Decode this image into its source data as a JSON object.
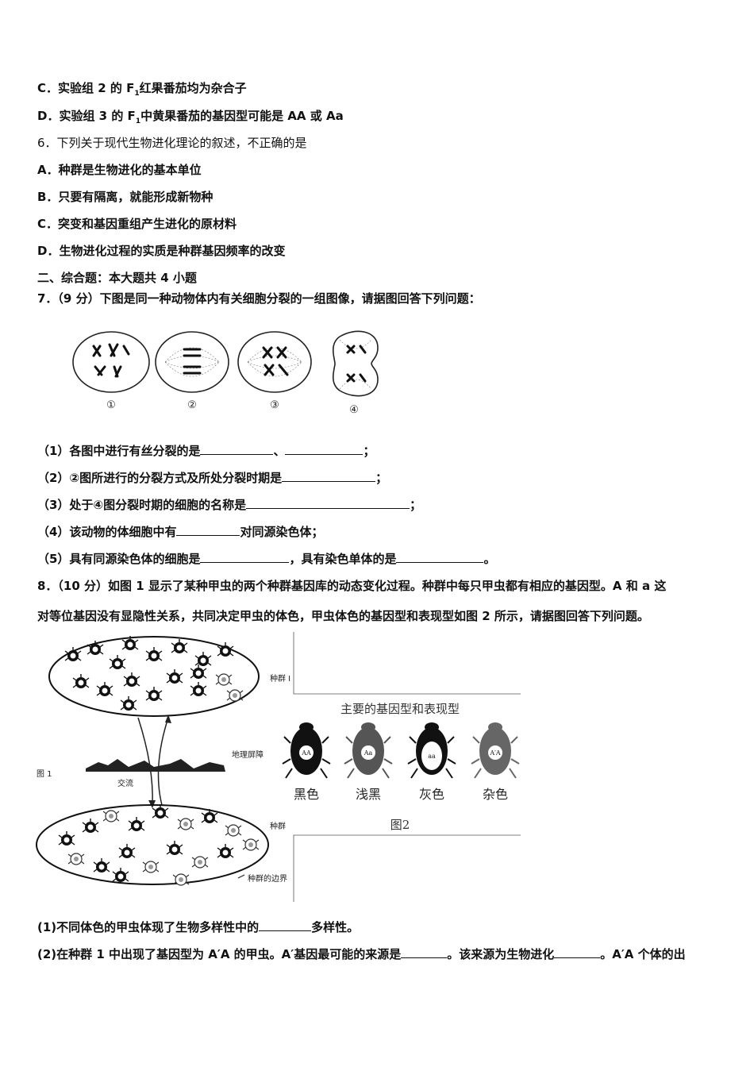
{
  "lines": {
    "l1": "C．实验组 2 的 F",
    "l1_sub": "1",
    "l1b": "红果番茄均为杂合子",
    "l2": "D．实验组 3 的 F",
    "l2_sub": "1",
    "l2b": "中黄果番茄的基因型可能是 AA 或 Aa",
    "q6": "6．下列关于现代生物进化理论的叙述，不正确的是",
    "q6a": "A．种群是生物进化的基本单位",
    "q6b": "B．只要有隔离，就能形成新物种",
    "q6c": "C．突变和基因重组产生进化的原材料",
    "q6d": "D．生物进化过程的实质是种群基因频率的改变",
    "sec2": "二、综合题：本大题共 4 小题",
    "q7": "7．（9 分）下图是同一种动物体内有关细胞分裂的一组图像，请据图回答下列问题：",
    "q7_1a": "（1）各图中进行有丝分裂的是",
    "q7_1b": "、",
    "q7_1c": "；",
    "q7_2a": "（2）②图所进行的分裂方式及所处分裂时期是",
    "q7_2b": "；",
    "q7_3a": "（3）处于④图分裂时期的细胞的名称是",
    "q7_3b": "；",
    "q7_4a": "（4）该动物的体细胞中有",
    "q7_4b": "对同源染色体；",
    "q7_5a": "（5）具有同源染色体的细胞是",
    "q7_5b": "，具有染色单体的是",
    "q7_5c": "。",
    "q8a": "8．（10 分）如图 1 显示了某种甲虫的两个种群基因库的动态变化过程。种群中每只甲虫都有相应的基因型。A 和 a 这",
    "q8b": "对等位基因没有显隐性关系，共同决定甲虫的体色，甲虫体色的基因型和表现型如图 2 所示，请据图回答下列问题。",
    "q8_1a": "(1)不同体色的甲虫体现了生物多样性中的",
    "q8_1b": "多样性。",
    "q8_2a": "(2)在种群 1 中出现了基因型为 A′A 的甲虫。A′基因最可能的来源是",
    "q8_2b": "。该来源为生物进化",
    "q8_2c": "。A′A 个体的出"
  },
  "cell_figure": {
    "labels": [
      "①",
      "②",
      "③",
      "④"
    ]
  },
  "beetle_figure": {
    "pop1": "种群 I",
    "barrier": "地理屏障",
    "fig1": "图 1",
    "exchange": "交流",
    "pop2": "种群",
    "boundary": "种群的边界",
    "fig2_title": "主要的基因型和表现型",
    "genotypes": [
      "AA",
      "Aa",
      "aa",
      "A′A"
    ],
    "phenotypes": [
      "黑色",
      "浅黑",
      "灰色",
      "杂色"
    ],
    "fig2": "图2"
  }
}
